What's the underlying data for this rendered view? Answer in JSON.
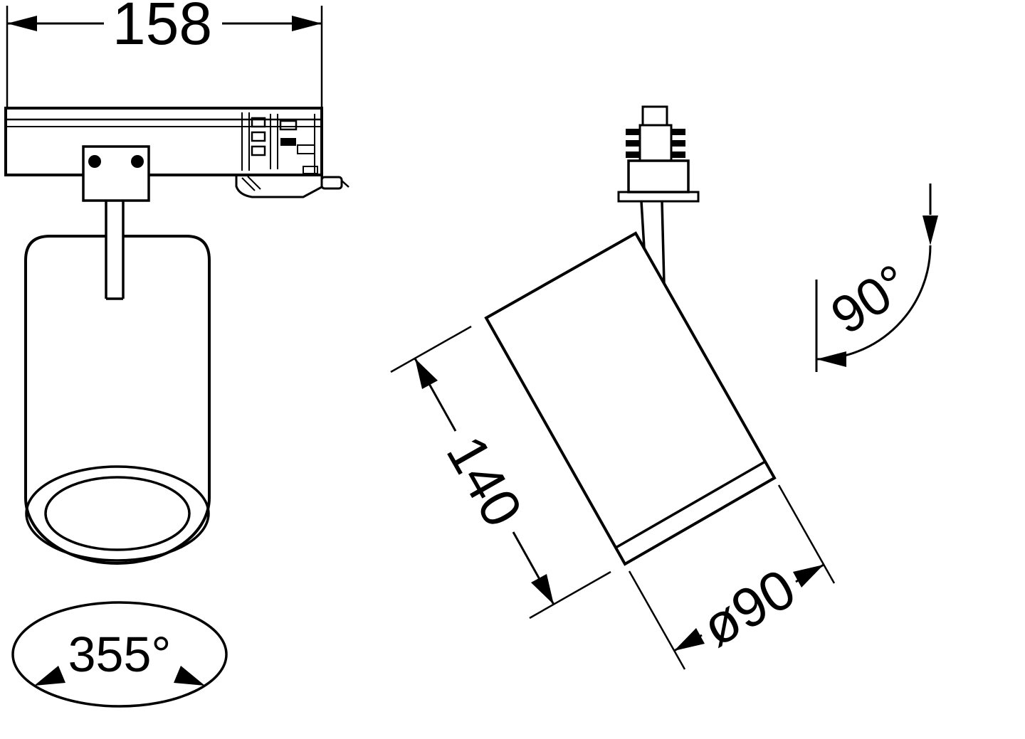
{
  "colors": {
    "line": "#000000",
    "background": "#ffffff"
  },
  "diagram": {
    "labels": {
      "track_width": "158",
      "body_length": "140",
      "body_diameter": "ø90",
      "tilt_angle": "90°",
      "rotation_angle": "355°"
    }
  }
}
